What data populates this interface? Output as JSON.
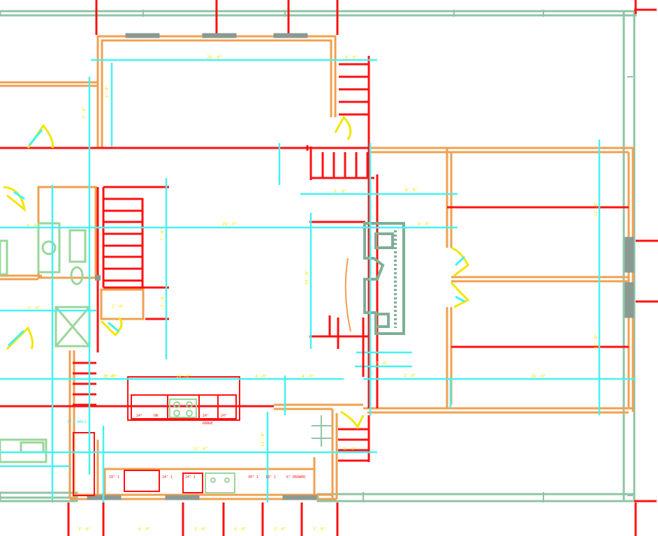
{
  "colors": {
    "background": "#ffffff",
    "exterior_wall": "#8fc4a6",
    "interior_wall": "#f0a050",
    "red_line": "#ff1010",
    "dimension_line": "#46f2f0",
    "dimension_text": "#f2e600",
    "fixture": "#9ad69a",
    "fireplace": "#7fae96"
  },
  "labels": {
    "top_room_dim": "20'-0\"",
    "stair_top_dim": "6'-0\"",
    "left_v_dim_1": "5'-0\"",
    "left_v_dim_2": "3'-0\"",
    "center_h_dim": "26'-0\"",
    "center_v_dim": "14'-0\"",
    "right_mid_dim": "6'-0\"",
    "right_top_dim": "8'-0\"",
    "fireplace_dim_1": "4'-0\"",
    "fireplace_dim_2": "3'-6\"",
    "right_v_dim_1": "12'-0\"",
    "right_v_dim_2": "12'-0\"",
    "kitchen_dim_1": "14'-0\"",
    "kitchen_dim_2": "4'-0\"",
    "kitchen_dim_3": "4'-0\"",
    "kitchen_dim_4": "3'-0\"",
    "pantry_dim": "12'-0\"",
    "right_bottom_dim": "26'-0\"",
    "left_small_1": "2'-0\"",
    "left_small_2": "3'-0\"",
    "left_small_3": "4'-0\"",
    "stair_bottom_dim": "8'-0\"",
    "bottom_dim_1": "3'-0\"",
    "bottom_dim_2": "6'-0\"",
    "bottom_dim_3": "3'-0\"",
    "bottom_dim_4": "4'-0\"",
    "bottom_dim_5": "3'-0\"",
    "bottom_dim_6": "3'-0\"",
    "bottom_dim_7": "3'-0\"",
    "counter_1": "18\" 1",
    "counter_2": "24\" 1",
    "counter_3": "24\" 1",
    "counter_4": "30\" 1",
    "counter_5": "18\" 1",
    "counter_6": "6\" DRAWER",
    "range_label": "DW",
    "island_label_1": "24\"",
    "island_label_2": "24\"",
    "island_label_3": "24\"",
    "range_island": "RANGE",
    "half_wall": "1/2 WALL",
    "side_vertical_left": "7'-0\"",
    "side_vertical_2": "5'-0\""
  }
}
